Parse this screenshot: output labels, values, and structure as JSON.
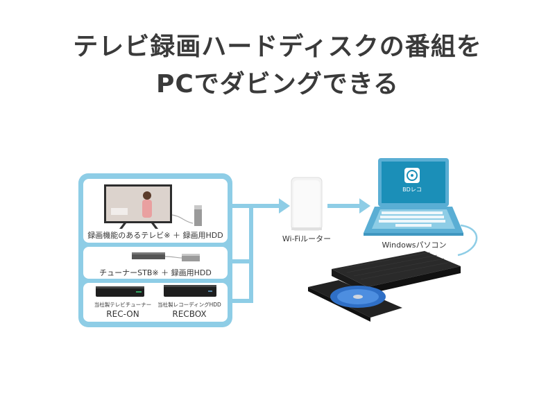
{
  "headline": {
    "line1": "テレビ録画ハードディスクの番組を",
    "line2": "PCでダビングできる"
  },
  "sources": {
    "tv": {
      "label": "録画機能のあるテレビ※ ＋ 録画用HDD"
    },
    "stb": {
      "label": "チューナーSTB※ ＋ 録画用HDD"
    },
    "company": {
      "tuner_caption": "当社製テレビチューナー",
      "tuner_name": "REC-ON",
      "hdd_caption": "当社製レコーディングHDD",
      "hdd_name": "RECBOX"
    }
  },
  "router": {
    "label": "Wi-Fiルーター"
  },
  "pc": {
    "label": "Windowsパソコン",
    "screen_app_label": "BDレコ"
  },
  "colors": {
    "accent": "#8ecde6",
    "accent_dark": "#5aaed4",
    "screen": "#1b8fb8"
  }
}
